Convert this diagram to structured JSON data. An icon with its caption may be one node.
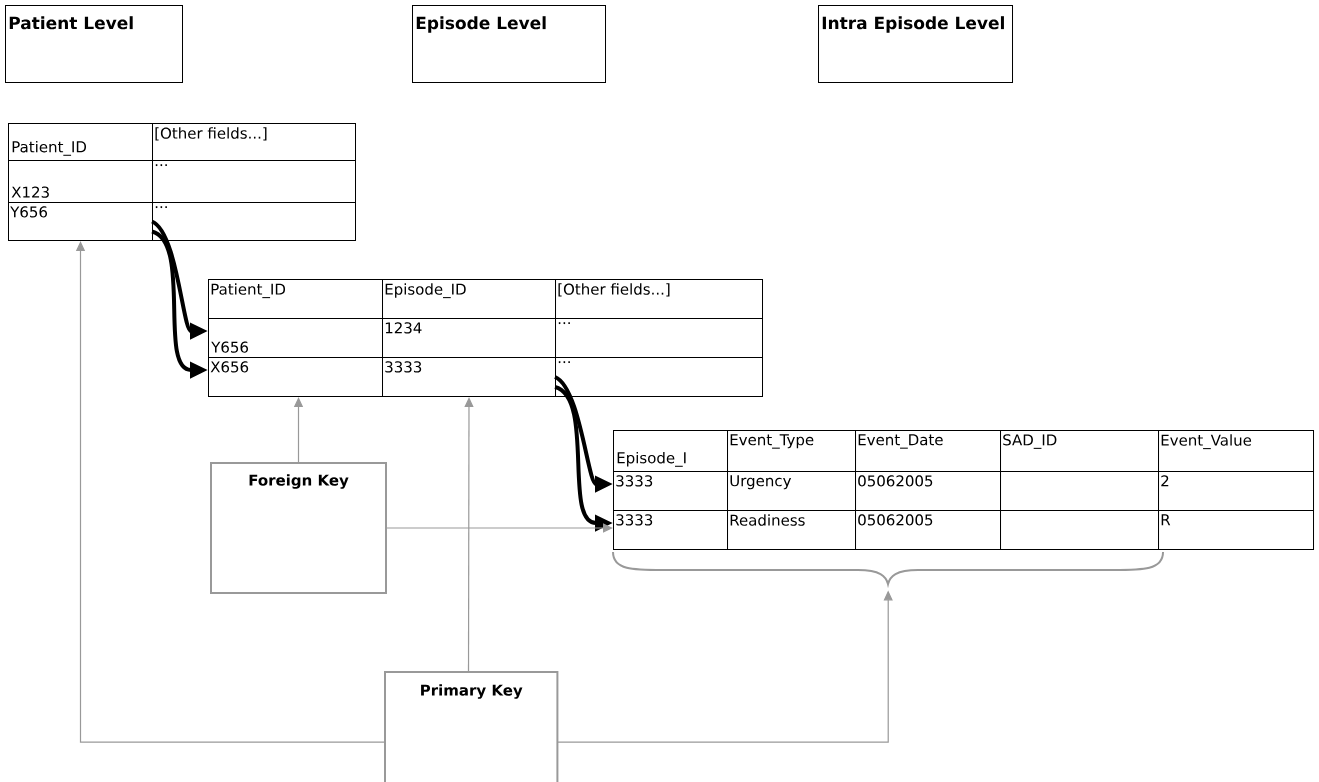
{
  "diagram": {
    "nodes": [
      {
        "text": [
          "Patient Level"
        ]
      },
      {
        "text": [
          "Episode Level"
        ]
      },
      {
        "text": [
          "Intra Episode Level"
        ]
      },
      {
        "text": [
          "Patient_ID"
        ]
      },
      {
        "text": [
          "[Other fields...]"
        ]
      },
      {
        "text": [
          "X123"
        ]
      },
      {
        "text": [
          "..."
        ]
      },
      {
        "text": [
          "Y656"
        ]
      },
      {
        "text": [
          "..."
        ]
      },
      {
        "text": [
          "Patient_ID"
        ]
      },
      {
        "text": [
          "Episode_ID"
        ]
      },
      {
        "text": [
          "[Other fields...]"
        ]
      },
      {
        "text": [
          "Y656"
        ]
      },
      {
        "text": [
          "1234"
        ]
      },
      {
        "text": [
          "..."
        ]
      },
      {
        "text": [
          "X656"
        ]
      },
      {
        "text": [
          "3333"
        ]
      },
      {
        "text": [
          "..."
        ]
      },
      {
        "text": [
          "Episode_I"
        ]
      },
      {
        "text": [
          "Event_Type"
        ]
      },
      {
        "text": [
          "Event_Date"
        ]
      },
      {
        "text": [
          "SAD_ID"
        ]
      },
      {
        "text": [
          "Event_Value"
        ]
      },
      {
        "text": [
          "3333"
        ]
      },
      {
        "text": [
          "Urgency"
        ]
      },
      {
        "text": [
          "05062005"
        ]
      },
      {
        "text": [],
        "shape": "box"
      },
      {
        "text": [
          "2"
        ]
      },
      {
        "text": [
          "3333"
        ]
      },
      {
        "text": [
          "Readiness"
        ]
      },
      {
        "text": [
          "05062005"
        ]
      },
      {
        "text": [],
        "shape": "box"
      },
      {
        "text": [
          "R"
        ]
      },
      {
        "text": [
          "Foreign Key"
        ]
      },
      {
        "text": [
          "Primary Key"
        ]
      },
      {
        "text": [],
        "shape": "brace"
      }
    ],
    "edges": [
      {
        "from": 8,
        "to": 12,
        "arrow": "to",
        "style": "thick",
        "color": "#000000"
      },
      {
        "from": 8,
        "to": 15,
        "arrow": "to",
        "style": "thick",
        "color": "#000000"
      },
      {
        "from": 17,
        "to": 23,
        "arrow": "to",
        "style": "thick",
        "color": "#000000"
      },
      {
        "from": 17,
        "to": 28,
        "arrow": "to",
        "style": "thick",
        "color": "#000000"
      },
      {
        "from": 33,
        "to": 15,
        "arrow": "to"
      },
      {
        "from": 33,
        "to": 28,
        "arrow": "to"
      },
      {
        "from": 34,
        "to": 7,
        "arrow": "to"
      },
      {
        "from": 34,
        "to": 16,
        "arrow": "to"
      },
      {
        "from": 34,
        "to": 35,
        "arrow": "to"
      }
    ]
  }
}
